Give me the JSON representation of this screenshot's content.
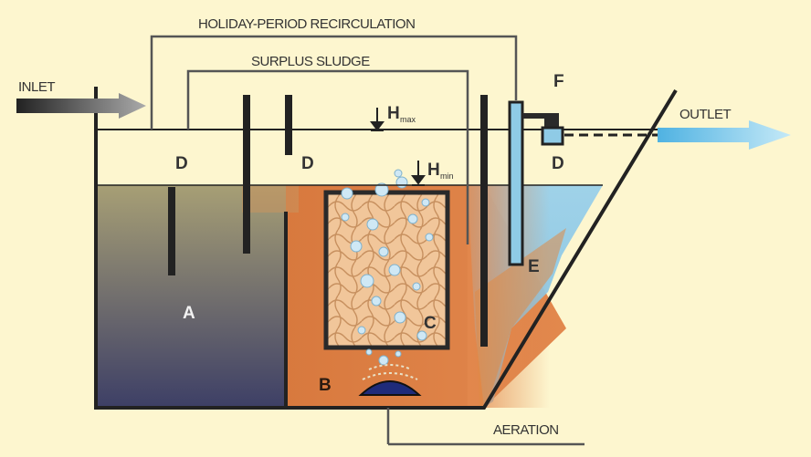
{
  "labels": {
    "holiday_recirculation": "HOLIDAY-PERIOD RECIRCULATION",
    "surplus_sludge": "SURPLUS SLUDGE",
    "inlet": "INLET",
    "outlet": "OUTLET",
    "aeration": "AERATION",
    "h_max": "H",
    "h_max_sub": "max",
    "h_min": "H",
    "h_min_sub": "min",
    "zone_a": "A",
    "zone_b": "B",
    "zone_c": "C",
    "zone_d_left": "D",
    "zone_d_mid": "D",
    "zone_d_right": "D",
    "zone_e": "E",
    "zone_f": "F"
  },
  "colors": {
    "background": "#fdf6cf",
    "chamber_a_top": "#a79f75",
    "chamber_a_bottom": "#3d3f66",
    "chamber_b": "#dd8048",
    "clarifier_water": "#8fc9e6",
    "media_fill": "#f1c69a",
    "outlet_arrow": "#6fc3ea",
    "diffuser": "#1f2b7a",
    "lines": "#222222"
  }
}
